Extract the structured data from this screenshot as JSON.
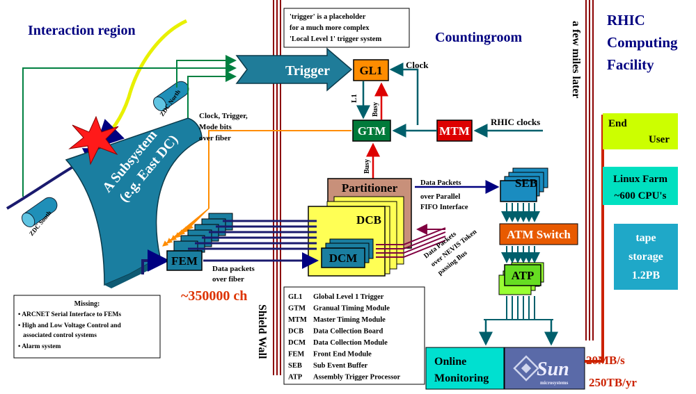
{
  "regions": {
    "interaction": "Interaction region",
    "countingroom": "Countingroom",
    "rhic_line1": "RHIC",
    "rhic_line2": "Computing",
    "rhic_line3": "Facility"
  },
  "note_trigger": [
    "'trigger' is a placeholder",
    "for a much more complex",
    "'Local Level 1' trigger system"
  ],
  "miles_label": "a few miles later",
  "shield_label": "Shield Wall",
  "zdc_north": "ZDC North",
  "zdc_south": "ZDC South",
  "subsystem_line1": "A Subsystem",
  "subsystem_line2": "(e.g. East DC)",
  "trigger_label": "Trigger",
  "gl1": "GL1",
  "gtm": "GTM",
  "mtm": "MTM",
  "clock": "Clock",
  "rhic_clocks": "RHIC clocks",
  "l1": "L1",
  "busy": "Busy",
  "clock_trigger": [
    "Clock, Trigger,",
    "Mode bits",
    "over fiber"
  ],
  "partitioner": "Partitioner",
  "dcb": "DCB",
  "dcm": "DCM",
  "fem": "FEM",
  "data_packets_fiber": [
    "Data packets",
    "over fiber"
  ],
  "channels": "~350000 ch",
  "data_packets_parallel": [
    "Data Packets",
    "over Parallel",
    "FIFO Interface"
  ],
  "data_packets_nevis": [
    "Data Packets",
    "over NEVIS Token",
    "passing Bus"
  ],
  "seb": "SEB",
  "atm_switch": "ATM Switch",
  "atp": "ATP",
  "online_monitoring": [
    "Online",
    "Monitoring"
  ],
  "sun": "Sun",
  "sun_sub": "microsystems",
  "rate_mb": "20MB/s",
  "rate_tb": "250TB/yr",
  "end_user": [
    "End",
    "User"
  ],
  "linux_farm": [
    "Linux Farm",
    "~600 CPU's"
  ],
  "tape": [
    "tape",
    "storage",
    "1.2PB"
  ],
  "missing": {
    "title": "Missing:",
    "items": [
      "ARCNET Serial Interface to FEMs",
      "High and Low Voltage Control and",
      "associated control systems",
      "Alarm system"
    ]
  },
  "legend": [
    {
      "abbr": "GL1",
      "desc": "Global Level 1 Trigger"
    },
    {
      "abbr": "GTM",
      "desc": "Granual Timing Module"
    },
    {
      "abbr": "MTM",
      "desc": "Master Timing Module"
    },
    {
      "abbr": "DCB",
      "desc": "Data Collection Board"
    },
    {
      "abbr": "DCM",
      "desc": "Data Collection Module"
    },
    {
      "abbr": "FEM",
      "desc": "Front End Module"
    },
    {
      "abbr": "SEB",
      "desc": "Sub Event Buffer"
    },
    {
      "abbr": "ATP",
      "desc": "Assembly Trigger Processor"
    }
  ],
  "colors": {
    "navy": "#000080",
    "teal": "#007b8f",
    "green": "#007a3a",
    "orange": "#ff8c00",
    "red": "#cc0000",
    "yellow": "#ffff55",
    "lime": "#ccff00",
    "cyan": "#00e0d0",
    "steel": "#1fa8c8"
  }
}
